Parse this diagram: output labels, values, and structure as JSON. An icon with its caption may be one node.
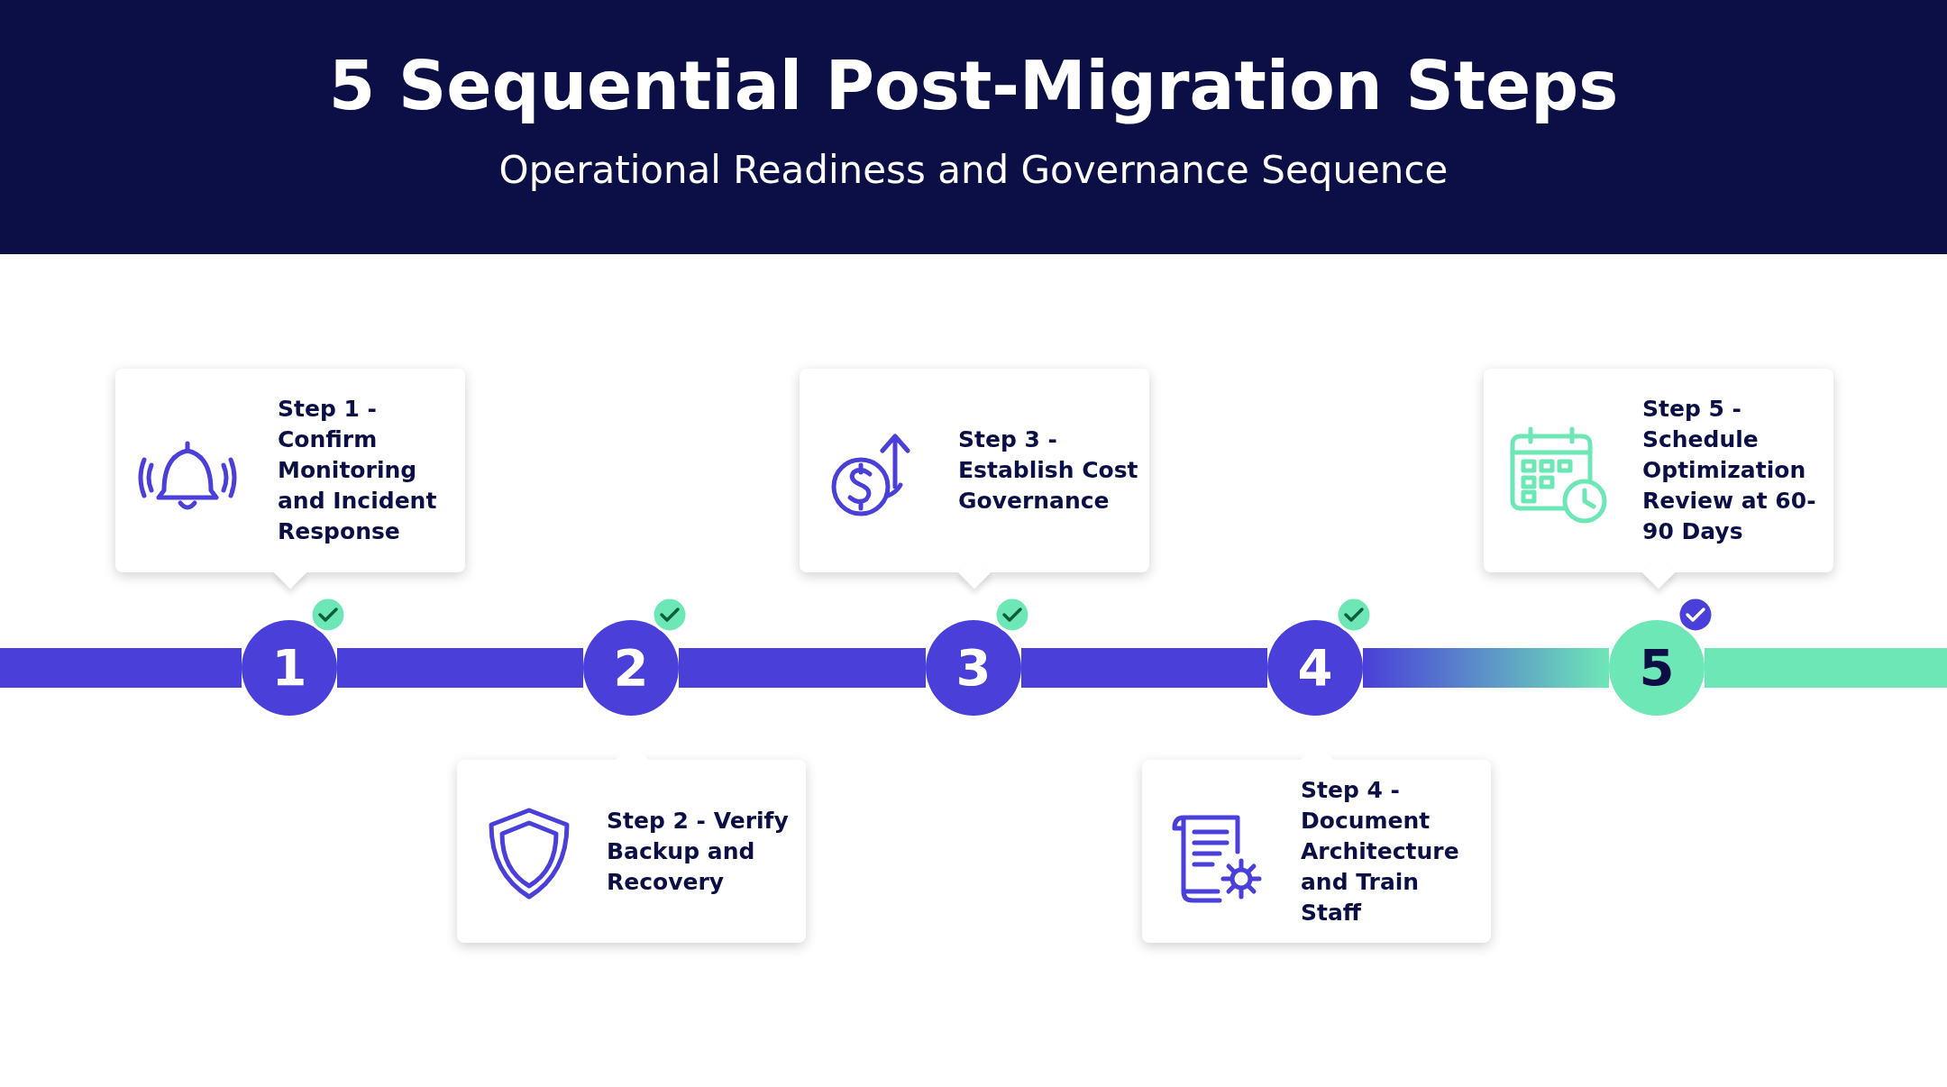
{
  "diagram": {
    "title": "5 Sequential Post-Migration Steps",
    "caption": "Operational Readiness and Governance Sequence",
    "nodes": [
      {
        "text": [
          "Step 1 - Confirm Monitoring and Incident Response"
        ]
      },
      {
        "text": [
          "Step 2 - Verify Backup and Recovery"
        ]
      },
      {
        "text": [
          "Step 3 - Establish Cost Governance"
        ]
      },
      {
        "text": [
          "Step 4 - Document Architecture and Train Staff"
        ]
      },
      {
        "text": [
          "Step 5 - Schedule Optimization Review at 60-90 Days"
        ]
      },
      {
        "text": [
          "1"
        ]
      },
      {
        "text": [
          "2"
        ]
      },
      {
        "text": [
          "3"
        ]
      },
      {
        "text": [
          "4"
        ]
      },
      {
        "text": [
          "5"
        ]
      }
    ],
    "edges": [
      {
        "from": 5,
        "to": 6,
        "arrow": "none"
      },
      {
        "from": 6,
        "to": 7,
        "arrow": "none"
      },
      {
        "from": 7,
        "to": 8,
        "arrow": "none"
      },
      {
        "from": 8,
        "to": 9,
        "arrow": "none",
        "color": "#6ee7b7"
      }
    ]
  }
}
